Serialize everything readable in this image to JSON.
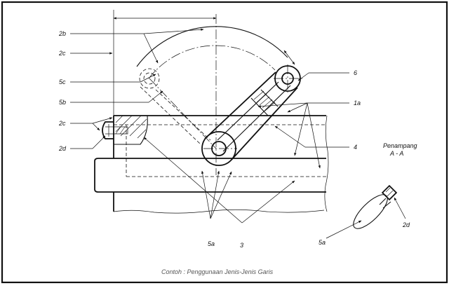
{
  "labels": {
    "l2b": "2b",
    "l2c_top": "2c",
    "l5c": "5c",
    "l5b": "5b",
    "l2c_left": "2c",
    "l2d": "2d",
    "l6": "6",
    "l1a": "1a",
    "l4": "4",
    "l5a_bottom": "5a",
    "l3": "3",
    "l5a_right": "5a",
    "l2d_right": "2d"
  },
  "section": {
    "line1": "Penampang",
    "line2": "A - A"
  },
  "caption": "Contoh : Penggunaan Jenis-Jenis Garis"
}
